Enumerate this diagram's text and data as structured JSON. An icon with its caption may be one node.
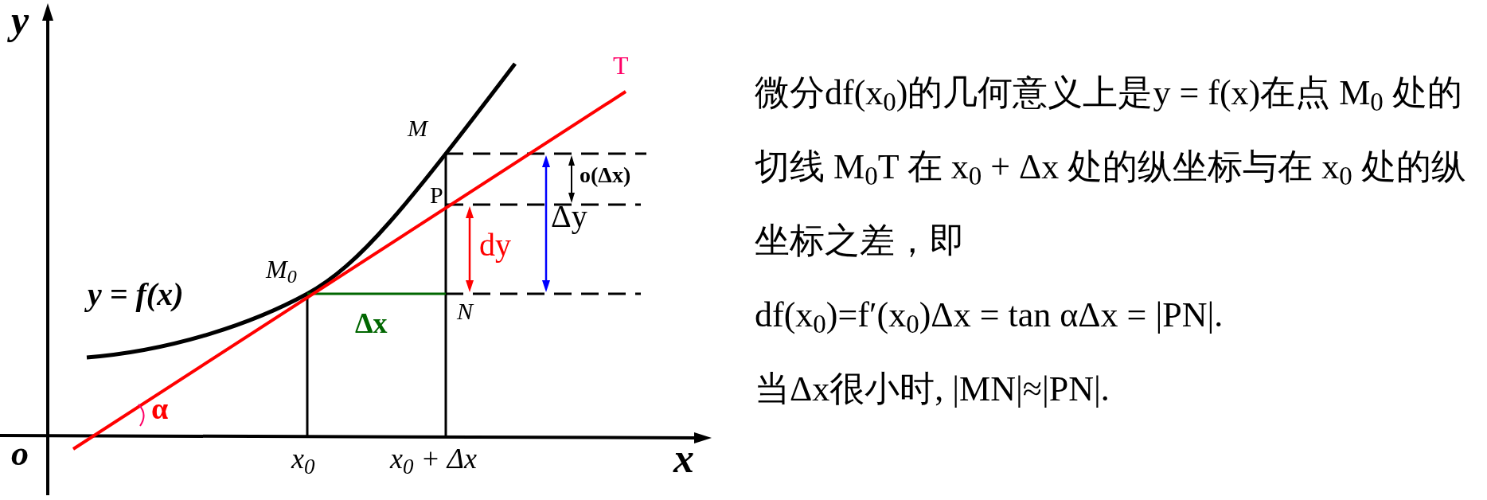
{
  "diagram": {
    "labels": [
      "y",
      "o",
      "x",
      "T",
      "M",
      "P",
      "M$_{0}$",
      "N",
      "y = f(x)",
      "Δx",
      "dy",
      "Δy",
      "o(Δx)",
      "α",
      "x$_{0}$",
      "x$_{0}$ + Δx",
      "微分df(x$_{0}$)的几何意义上是y = f(x)在点 M$_{0}$ 处的切线 M$_{0}$T 在 x$_{0}$ + Δx 处的纵坐标与在 x$_{0}$ 处的纵坐标之差，即",
      "df(x$_{0}$)=f′(x$_{0}$)Δx = tan αΔx = |PN|.",
      "当Δx很小时, |MN|≈|PN|."
    ]
  }
}
